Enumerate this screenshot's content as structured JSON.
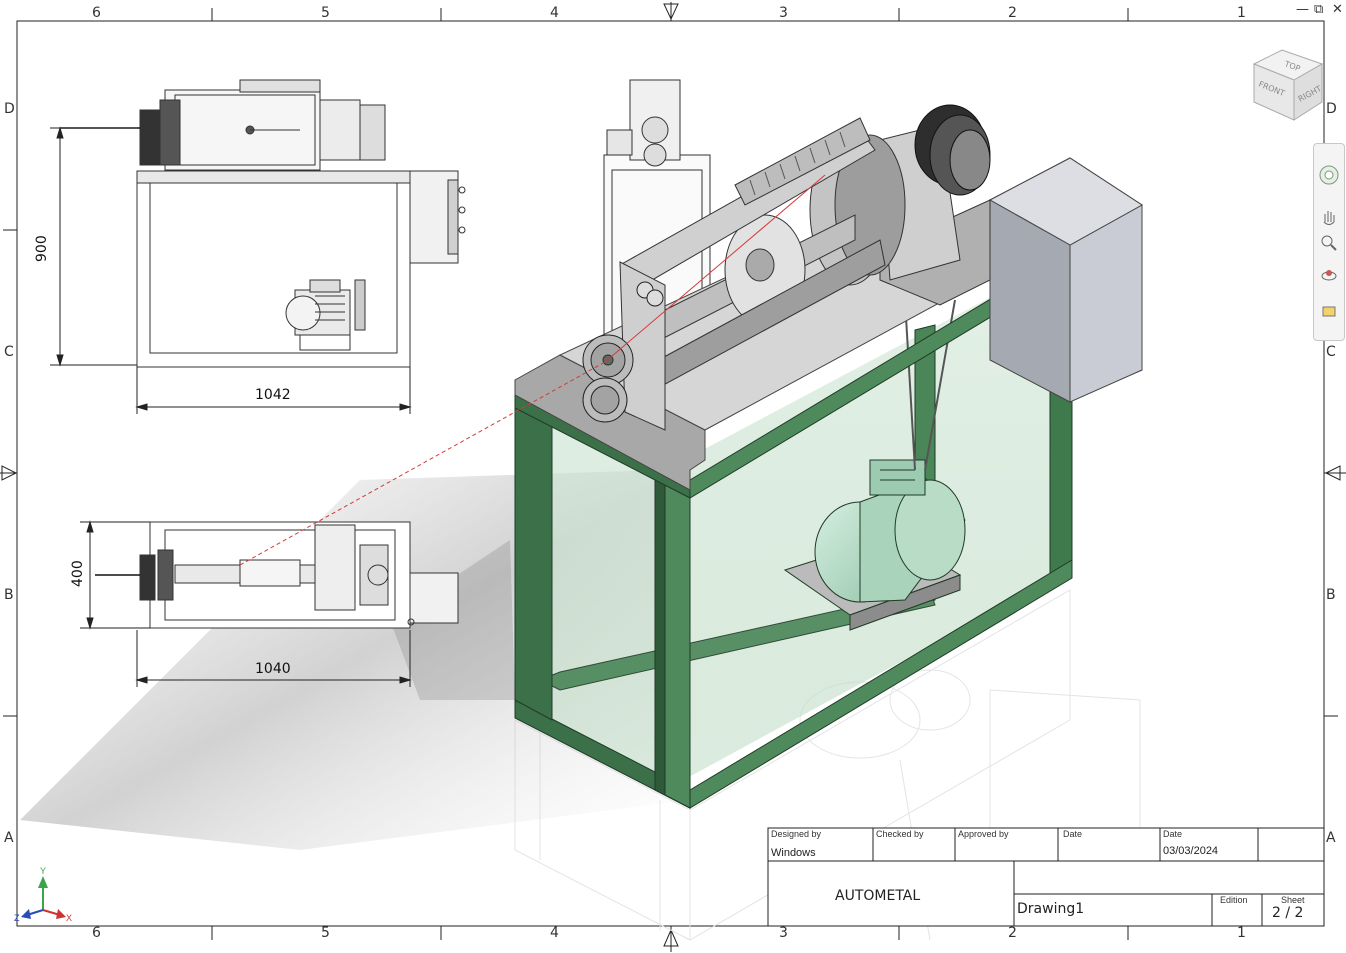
{
  "window": {
    "minimize_label": "—",
    "restore_label": "⧉",
    "close_label": "✕"
  },
  "border": {
    "top_zones": [
      "6",
      "5",
      "4",
      "3",
      "2",
      "1"
    ],
    "bottom_zones": [
      "6",
      "5",
      "4",
      "3",
      "2",
      "1"
    ],
    "left_zones": [
      "D",
      "C",
      "B",
      "A"
    ],
    "right_zones": [
      "D",
      "C",
      "B",
      "A"
    ]
  },
  "views": {
    "front_width": "1042",
    "front_height": "900",
    "top_width": "1040",
    "top_depth": "400"
  },
  "viewcube": {
    "top_face": "TOP",
    "front_face": "FRONT",
    "right_face": "RIGHT"
  },
  "navbar": {
    "tools": [
      "full-navigation-wheel-icon",
      "pan-icon",
      "zoom-icon",
      "orbit-icon",
      "view-face-icon"
    ]
  },
  "axis_triad": {
    "x": "X",
    "y": "Y",
    "z": "Z"
  },
  "title_block": {
    "designed_by_label": "Designed by",
    "designed_by_value": "Windows",
    "checked_by_label": "Checked by",
    "approved_by_label": "Approved by",
    "date_label_1": "Date",
    "date_label_2": "Date",
    "date_value": "03/03/2024",
    "company": "AUTOMETAL",
    "drawing_name": "Drawing1",
    "edition_label": "Edition",
    "sheet_label": "Sheet",
    "sheet_value": "2 / 2"
  },
  "colors": {
    "frame_green": "#4f8a5c",
    "frame_green_dark": "#2f5a3a",
    "glass_green": "#cfe6d2",
    "metal_gray": "#a8a8a8",
    "metal_light": "#d6d6d6",
    "motor_green": "#bde0cc"
  }
}
